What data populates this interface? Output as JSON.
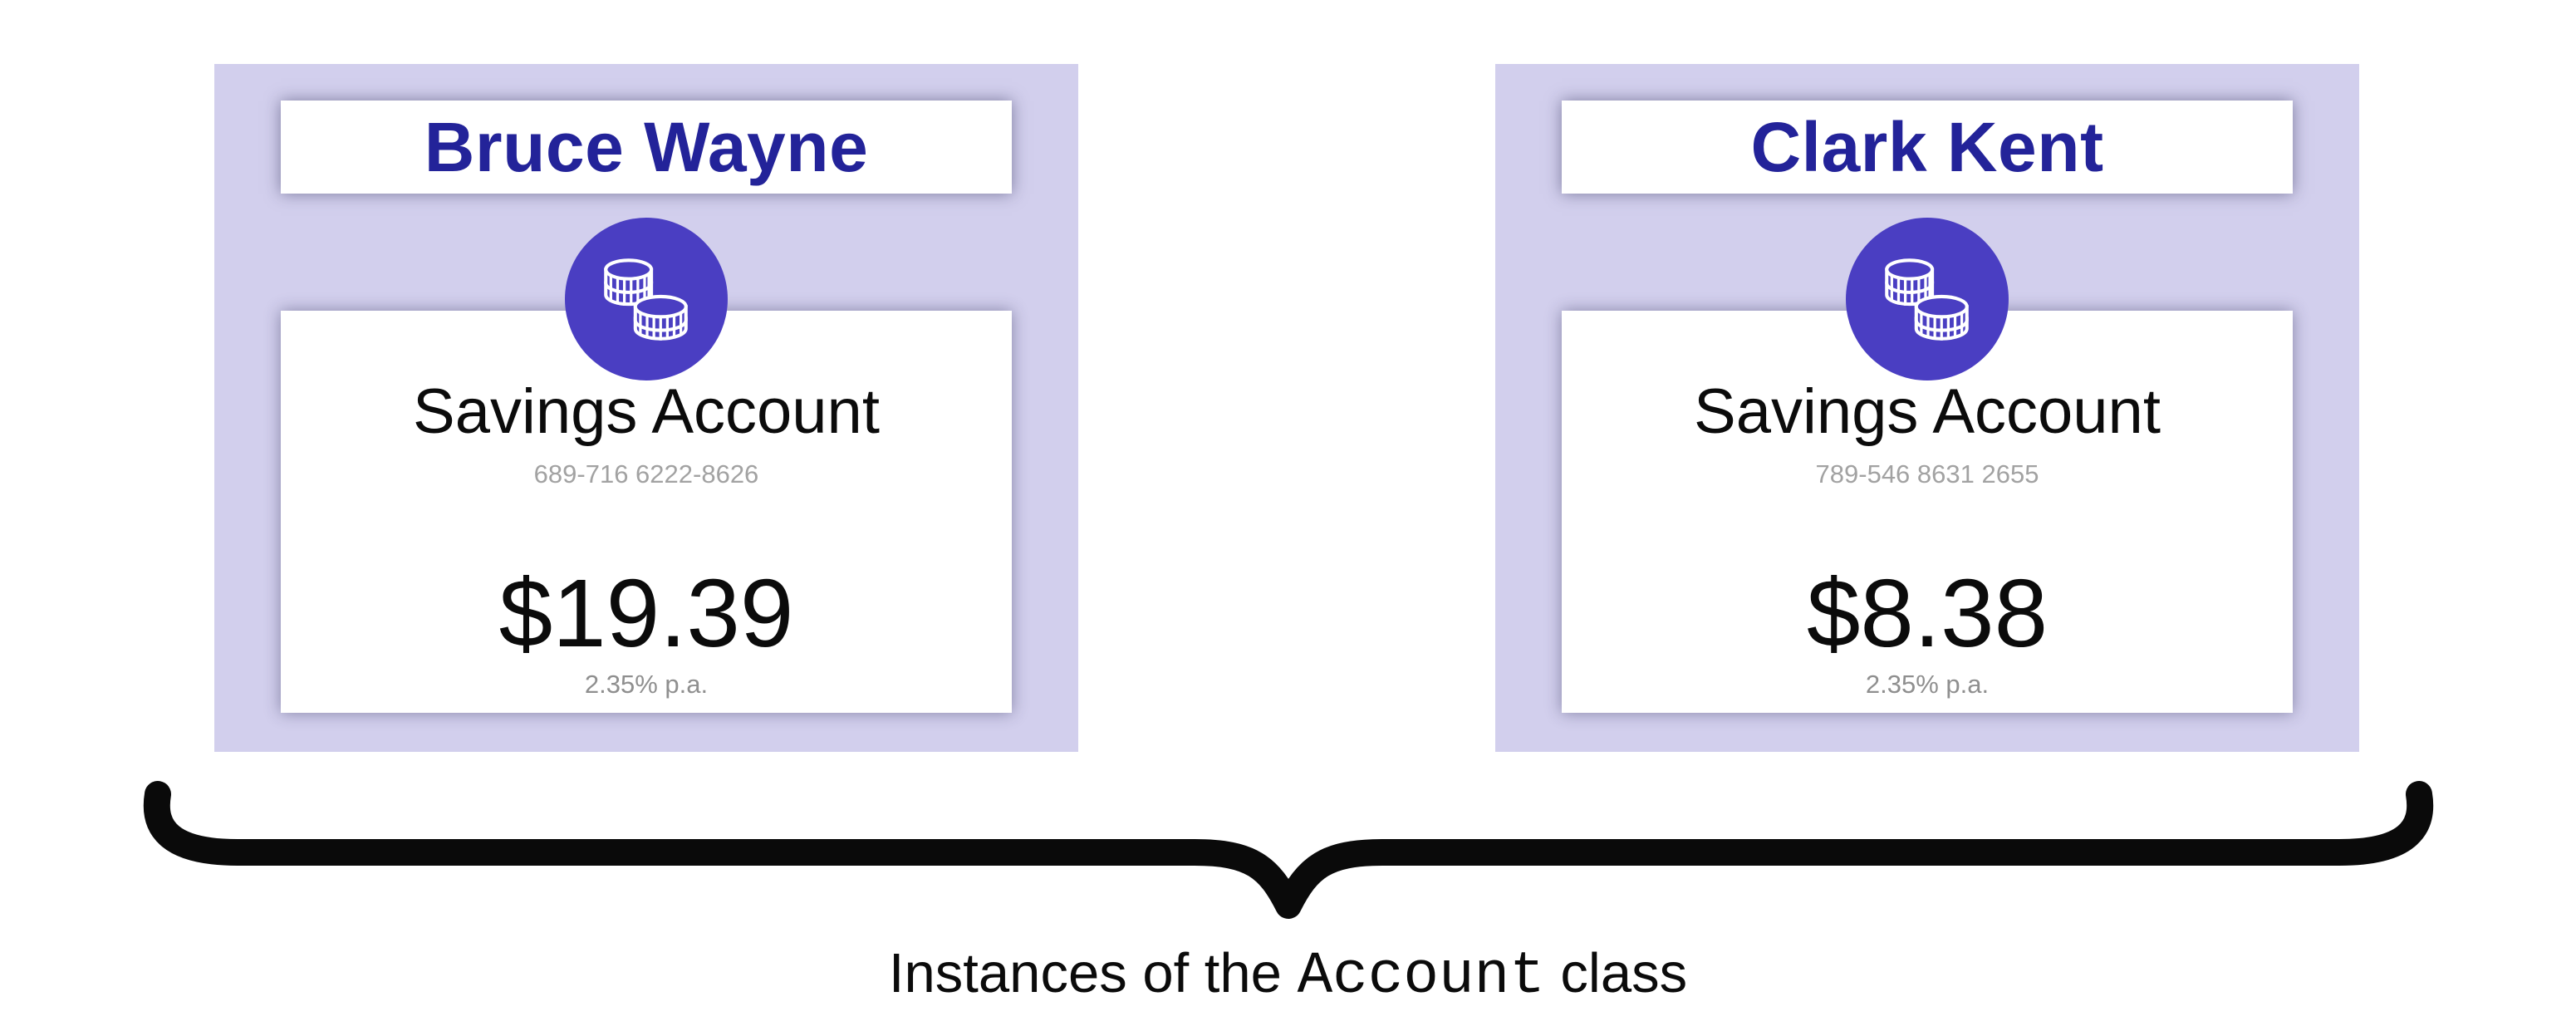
{
  "accounts": [
    {
      "owner": "Bruce Wayne",
      "account_type": "Savings Account",
      "account_number": "689-716 6222-8626",
      "balance": "$19.39",
      "interest_rate": "2.35% p.a.",
      "icon": "coins-icon"
    },
    {
      "owner": "Clark Kent",
      "account_type": "Savings Account",
      "account_number": "789-546 8631 2655",
      "balance": "$8.38",
      "interest_rate": "2.35% p.a.",
      "icon": "coins-icon"
    }
  ],
  "caption": {
    "prefix": "Instances of the ",
    "code": "Account",
    "suffix": " class"
  },
  "colors": {
    "page_bg": "#ffffff",
    "card_bg": "#d2cfed",
    "panel_bg": "#ffffff",
    "owner_text": "#232399",
    "icon_circle": "#4a3ec2",
    "icon_stroke": "#ffffff",
    "primary_text": "#0b0b0b",
    "muted_text": "#a2a2a2",
    "muted_text_dark": "#8f8f8f",
    "brace": "#0a0a0a"
  }
}
